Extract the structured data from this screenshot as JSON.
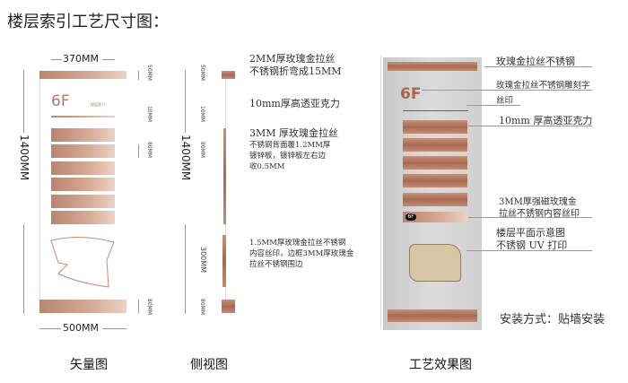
{
  "title": "楼层索引工艺尺寸图：",
  "vector": {
    "width_top": "370MM",
    "width_bottom": "500MM",
    "height": "1400MM",
    "dims": [
      "50MM",
      "10MM",
      "80MM",
      "80MM"
    ],
    "floor": "6F",
    "sign_label": "楼层索引",
    "caption": "矢量图"
  },
  "side": {
    "height": "1400MM",
    "dims": [
      "50MM",
      "10MM",
      "80MM",
      "300MM",
      "80MM"
    ],
    "caption": "侧视图",
    "notes": [
      "2MM厚玫瑰金拉丝",
      "不锈钢折弯成15MM",
      "10mm厚高透亚克力",
      "3MM 厚玫瑰金拉丝",
      "不锈钢背面覆1.2MM厚",
      "镀锌板，镀锌板左右边",
      "收0.5MM",
      "1.5MM厚玫瑰金拉丝不锈钢",
      "内容丝印，边框3MM厚玫瑰金",
      "拉丝不锈钢围边"
    ]
  },
  "effect": {
    "floor": "6F",
    "caption": "工艺效果图",
    "notes": [
      "玫瑰金拉丝不锈钢",
      "玫瑰金拉丝不锈钢雕刻字",
      "丝印",
      "10mm 厚高透亚克力",
      "3MM厚强磁玫瑰金",
      "拉丝不锈钢内容丝印",
      "楼层平面示意图",
      "不锈钢 UV 打印"
    ],
    "install": "安装方式：贴墙安装"
  },
  "colors": {
    "rose_gold": "#c8937c"
  }
}
